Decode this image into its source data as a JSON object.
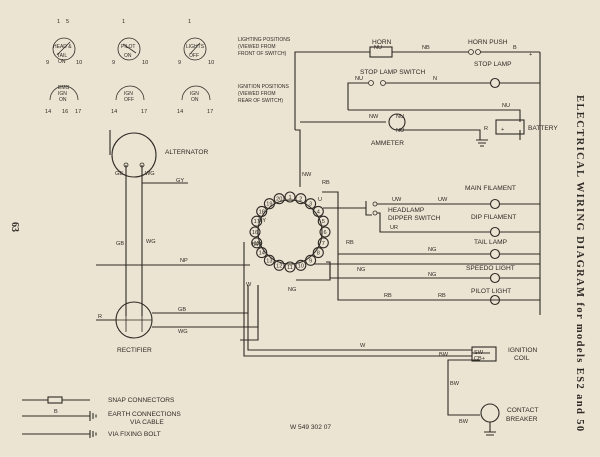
{
  "title": "ELECTRICAL  WIRING  DIAGRAM  for models ES2 and 50",
  "page_number": "63",
  "drawing_number": "W 549 302 07",
  "switches": {
    "lighting_note": [
      "LIGHTING POSITIONS",
      "(VIEWED FROM",
      "FRONT OF SWITCH)"
    ],
    "ignition_note": [
      "IGNITION POSITIONS",
      "(VIEWED FROM",
      "REAR OF SWITCH)"
    ],
    "dial1_top": "HEAD &",
    "dial1_mid": "TAIL",
    "dial1_pos": "ON",
    "dial2_top": "PILOT",
    "dial2_pos": "ON",
    "dial3_top": "LIGHTS",
    "dial3_pos": "OFF",
    "dial4_top": "EMG",
    "dial4_mid": "IGN",
    "dial4_pos": "ON",
    "dial5_top": "IGN",
    "dial5_pos": "OFF",
    "dial6_top": "IGN",
    "dial6_pos": "ON"
  },
  "components": {
    "horn": "HORN",
    "horn_push": "HORN PUSH",
    "stop_lamp_switch": "STOP LAMP SWITCH",
    "stop_lamp": "STOP LAMP",
    "battery": "BATTERY",
    "ammeter": "AMMETER",
    "alternator": "ALTERNATOR",
    "rectifier": "RECTIFIER",
    "headlamp_dipper": [
      "HEADLAMP",
      "DIPPER SWITCH"
    ],
    "main_filament": "MAIN FILAMENT",
    "dip_filament": "DIP FILAMENT",
    "tail_lamp": "TAIL LAMP",
    "speedo_light": "SPEEDO LIGHT",
    "pilot_light": "PILOT LIGHT",
    "ignition_coil": [
      "IGNITION",
      "COIL"
    ],
    "coil_sw": "SW",
    "coil_cb": "CB+",
    "contact_breaker": [
      "CONTACT",
      "BREAKER"
    ]
  },
  "wire_codes": {
    "nu": "NU",
    "nb": "NB",
    "b": "B",
    "n": "N",
    "nw": "NW",
    "rb": "RB",
    "uw": "UW",
    "ur": "UR",
    "ng": "NG",
    "gy": "GY",
    "gb": "GB",
    "wg": "WG",
    "np": "NP",
    "bw": "BW",
    "w": "W",
    "r": "R",
    "u": "U",
    "plus": "+"
  },
  "terminals": [
    "1",
    "2",
    "3",
    "4",
    "5",
    "6",
    "7",
    "8",
    "9",
    "10",
    "11",
    "12",
    "13",
    "14",
    "15",
    "16",
    "17",
    "18",
    "19",
    "20"
  ],
  "legend": {
    "snap": "SNAP CONNECTORS",
    "earth": [
      "EARTH CONNECTIONS",
      "VIA CABLE"
    ],
    "bolt": "VIA FIXING BOLT",
    "b_mark": "B"
  },
  "colors": {
    "paper": "#ece4d3",
    "ink": "#2e2a25"
  }
}
